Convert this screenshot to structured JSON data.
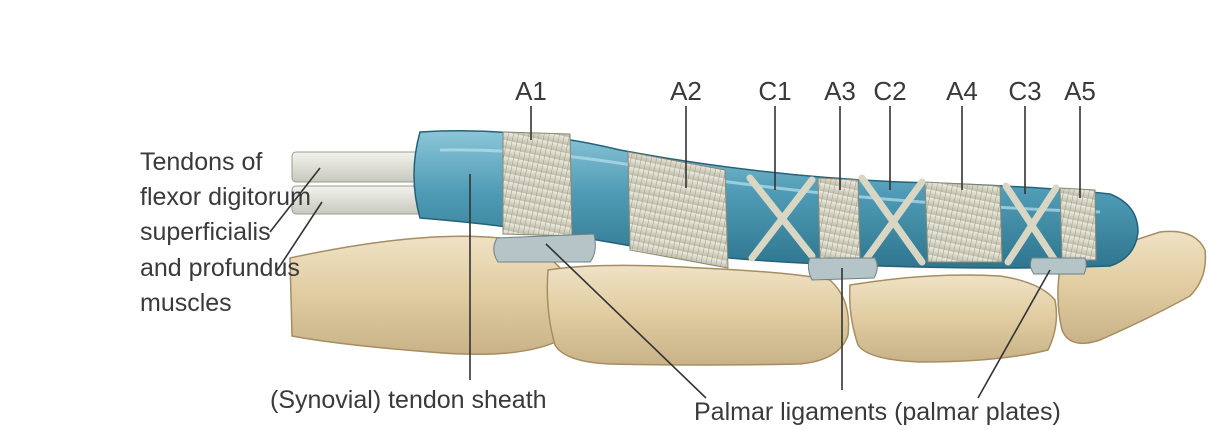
{
  "pulleys": {
    "a1": "A1",
    "a2": "A2",
    "c1": "C1",
    "a3": "A3",
    "c2": "C2",
    "a4": "A4",
    "c3": "C3",
    "a5": "A5"
  },
  "labels": {
    "tendons_line1": "Tendons of",
    "tendons_line2": "flexor digitorum",
    "tendons_line3": "superficialis",
    "tendons_line4": "and profundus",
    "tendons_line5": "muscles",
    "synovial_sheath": "(Synovial) tendon sheath",
    "palmar_ligaments": "Palmar ligaments (palmar plates)"
  },
  "colors": {
    "sheath_blue": "#4f9bb5",
    "bone": "#e2cfa4",
    "ligament_fiber": "#d8d6c6",
    "palmar_plate": "#b5c4c6"
  }
}
